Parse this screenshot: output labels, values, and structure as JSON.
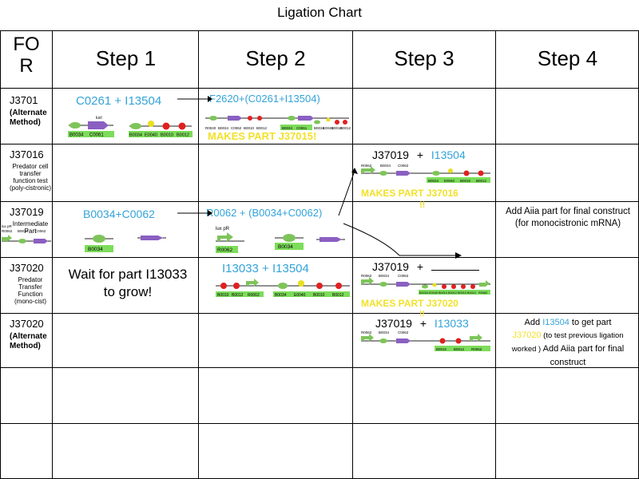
{
  "title": "Ligation Chart",
  "headers": {
    "col0": [
      "FO",
      "R"
    ],
    "col1": "Step 1",
    "col2": "Step 2",
    "col3": "Step 3",
    "col4": "Step 4"
  },
  "rows": [
    {
      "id": "J3701",
      "desc": [
        "(Alternate",
        "Method)"
      ],
      "step1": "C0261 + I13504",
      "step2": "F2620+(C0261+I13504)",
      "step2_note": "MAKES PART J37015!",
      "parts_s1a": [
        "B0034",
        "C0061"
      ],
      "parts_s1b": [
        "B0034",
        "E0040",
        "B0010",
        "B0012"
      ],
      "parts_s2a": [
        "R0040",
        "B0034",
        "C0062",
        "B0010",
        "B0012"
      ],
      "parts_s2b": [
        "B0034",
        "C0061"
      ],
      "parts_s2c": [
        "B0034",
        "E0040",
        "B0010",
        "B0012"
      ]
    },
    {
      "id": "J37016",
      "desc": [
        "Predator cell",
        "transfer",
        "function test",
        "(poly-cistronic)"
      ],
      "step3": "J37019",
      "step3_plus": "+",
      "step3_part": "I13504",
      "step3_note": "MAKES PART J37016",
      "step3_note2": "!!",
      "parts_s3a": [
        "R0062",
        "B0034",
        "C0062"
      ],
      "parts_s3b": [
        "B0034",
        "E0040",
        "B0010",
        "B0012"
      ]
    },
    {
      "id": "J37019",
      "desc": [
        "Intermediate",
        "Part"
      ],
      "step1": "B0034+C0062",
      "step2": "R0062 + (B0034+C0062)",
      "step4": "Add Aiia part for final construct (for monocistronic mRNA)",
      "parts_s1a": [
        "lux pR",
        "R0062",
        "B0034",
        "C0062"
      ],
      "parts_s1b": [
        "B0034"
      ],
      "parts_s2a": [
        "R0062"
      ],
      "parts_s2b": [
        "B0034"
      ]
    },
    {
      "id": "J37020",
      "desc": [
        "Predator",
        "Transfer",
        "Function",
        "(mono-cist)"
      ],
      "step1": "Wait for part I13033 to grow!",
      "step2": "I13033  +  I13504",
      "step3": "J37019",
      "step3_plus": "+",
      "step3_note": "MAKES PART J37020",
      "step3_note2": "!!",
      "parts_s2a": [
        "B0010",
        "B0012",
        "R0062"
      ],
      "parts_s2b": [
        "B0034",
        "E0040",
        "B0010",
        "B0012"
      ],
      "parts_s3a": [
        "R0062",
        "B0034",
        "C0062"
      ],
      "parts_s3b": [
        "B0034",
        "E0040",
        "B0010",
        "B0012",
        "B0010",
        "B0012",
        "R0062"
      ]
    },
    {
      "id": "J37020",
      "desc": [
        "(Alternate",
        "Method)"
      ],
      "step3": "J37019",
      "step3_plus": "+",
      "step3_part": "I13033",
      "step4_pre": "Add ",
      "step4_part": "I13504",
      "step4_mid": " to get part",
      "step4_part2": "J37020",
      "step4_paren": " (to test previous ligation worked )",
      "step4_post": " Add Aiia part for final construct",
      "parts_s3a": [
        "R0062",
        "B0034",
        "C0062"
      ],
      "parts_s3b": [
        "B0010",
        "B0012",
        "R0062"
      ]
    }
  ],
  "colors": {
    "blue_text": "#33a3d9",
    "yellow_note": "#f2e12a",
    "part_green": "#7ec45a",
    "part_red": "#e02020",
    "part_purple": "#8a5fc2",
    "part_yellow": "#e8e020",
    "label_green": "#7ddc5a"
  }
}
